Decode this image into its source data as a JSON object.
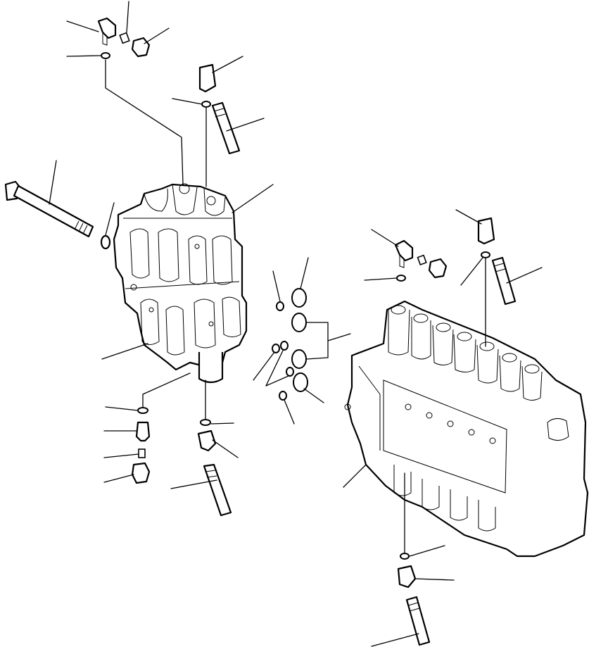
{
  "diagram": {
    "kind": "exploded-parts-view",
    "line_color": "#000000",
    "background": "#ffffff",
    "assemblies": [
      {
        "name": "left-valve-block"
      },
      {
        "name": "right-valve-block"
      }
    ]
  }
}
